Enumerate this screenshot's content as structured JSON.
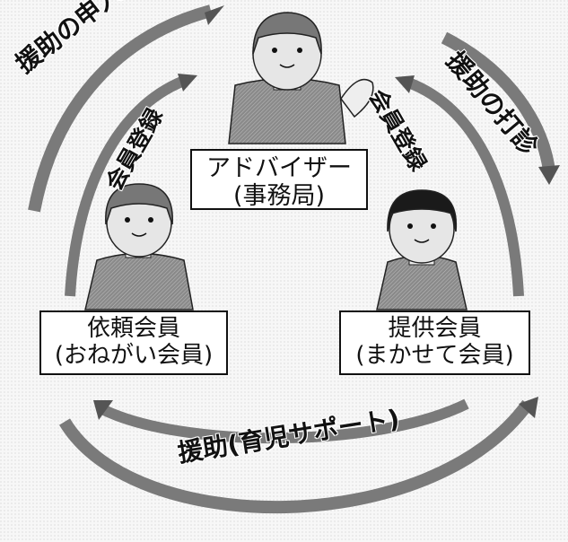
{
  "labels": {
    "support_request": "援助の申入れ",
    "member_register_left": "会員登録",
    "member_register_right": "会員登録",
    "support_arrange": "援助の打診",
    "support_childcare": "援助(育児サポート)"
  },
  "boxes": {
    "advisor": {
      "line1": "アドバイザー",
      "line2": "(事務局)"
    },
    "requester": {
      "line1": "依頼会員",
      "line2": "(おねがい会員)"
    },
    "provider": {
      "line1": "提供会員",
      "line2": "(まかせて会員)"
    }
  },
  "colors": {
    "arrow": "#7a7a7a",
    "outline": "#111111",
    "box_bg": "#ffffff",
    "background": "#f7f7f7"
  }
}
